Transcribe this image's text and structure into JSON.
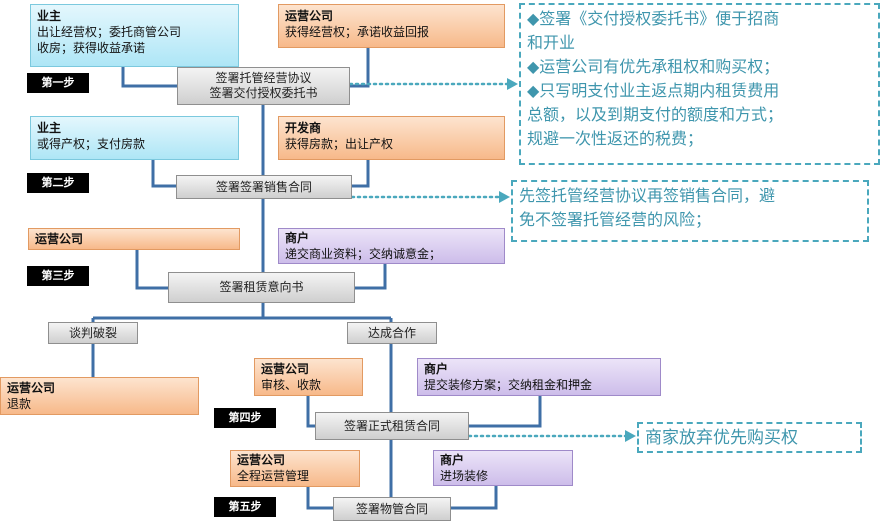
{
  "step1": {
    "badge": "第一步",
    "owner": {
      "title": "业主",
      "line1": "出让经营权；委托商管公司",
      "line2": "收房；获得收益承诺"
    },
    "operator": {
      "title": "运营公司",
      "line1": "获得经营权；承诺收益回报"
    },
    "action": {
      "line1": "签署托管经营协议",
      "line2": "签署交付授权委托书"
    },
    "note": {
      "line1": "◆签署《交付授权委托书》便于招商",
      "line2": "和开业",
      "line3": "◆运营公司有优先承租权和购买权；",
      "line4": "◆只写明支付业主返点期内租赁费用",
      "line5": "总额，以及到期支付的额度和方式；",
      "line6": "规避一次性返还的税费；"
    }
  },
  "step2": {
    "badge": "第二步",
    "owner": {
      "title": "业主",
      "line1": "或得产权；支付房款"
    },
    "developer": {
      "title": "开发商",
      "line1": "获得房款；出让产权"
    },
    "action": "签署签署销售合同",
    "note": {
      "line1": "先签托管经营协议再签销售合同，避",
      "line2": "免不签署托管经营的风险；"
    }
  },
  "step3": {
    "badge": "第三步",
    "operator": {
      "title": "运营公司"
    },
    "merchant": {
      "title": "商户",
      "line1": "递交商业资料；交纳诚意金；"
    },
    "action": "签署租赁意向书",
    "fail": "谈判破裂",
    "success": "达成合作",
    "refund": {
      "title": "运营公司",
      "line1": "退款"
    }
  },
  "step4": {
    "badge": "第四步",
    "operator": {
      "title": "运营公司",
      "line1": "审核、收款"
    },
    "merchant": {
      "title": "商户",
      "line1": "提交装修方案；交纳租金和押金"
    },
    "action": "签署正式租赁合同",
    "note": "商家放弃优先购买权"
  },
  "step5": {
    "badge": "第五步",
    "operator": {
      "title": "运营公司",
      "line1": "全程运营管理"
    },
    "merchant": {
      "title": "商户",
      "line1": "进场装修"
    },
    "action": "签署物管合同"
  },
  "colors": {
    "connector": "#3f6fa6",
    "dotted": "#4aa8bd",
    "note_text": "#3f96ad"
  }
}
